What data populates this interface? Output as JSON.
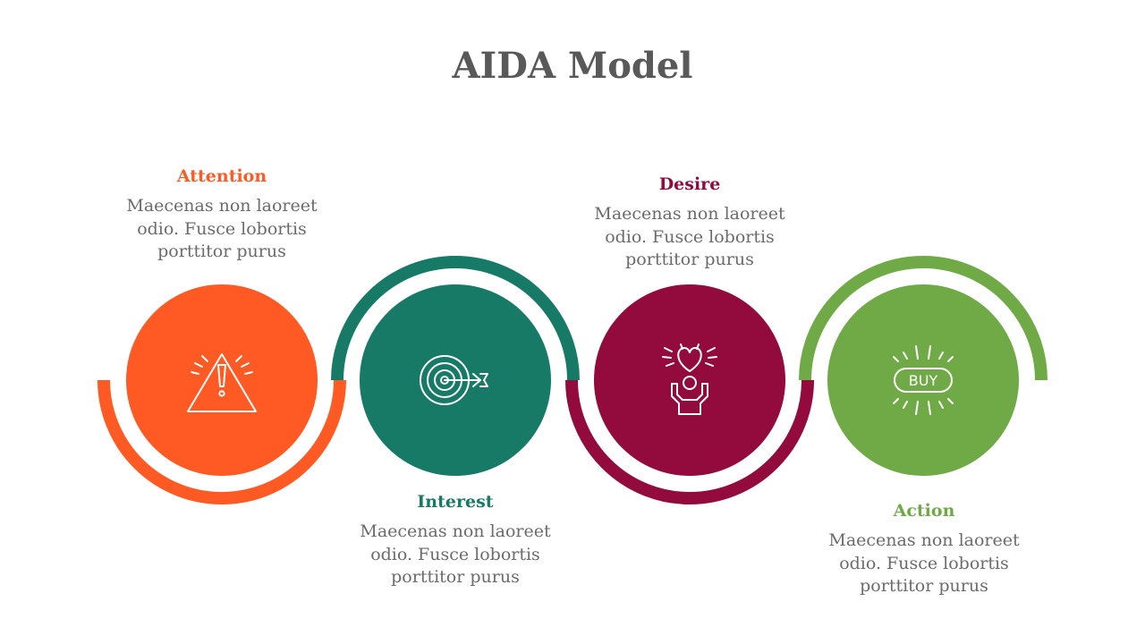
{
  "slide": {
    "title": "AIDA Model"
  },
  "stages": [
    {
      "title": "Attention",
      "body_lines": [
        "Maecenas non laoreet",
        "odio. Fusce lobortis",
        "porttitor purus"
      ],
      "color": "#FF5A23",
      "icon": "warning-triangle-icon"
    },
    {
      "title": "Interest",
      "body_lines": [
        "Maecenas non laoreet",
        "odio. Fusce lobortis",
        "porttitor purus"
      ],
      "color": "#167A66",
      "icon": "target-arrow-icon"
    },
    {
      "title": "Desire",
      "body_lines": [
        "Maecenas non laoreet",
        "odio. Fusce lobortis",
        "porttitor purus"
      ],
      "color": "#930B3D",
      "icon": "hands-heart-icon"
    },
    {
      "title": "Action",
      "body_lines": [
        "Maecenas non laoreet",
        "odio. Fusce lobortis",
        "porttitor purus"
      ],
      "color": "#6FAA47",
      "icon": "buy-badge-icon",
      "icon_text": "BUY"
    }
  ]
}
